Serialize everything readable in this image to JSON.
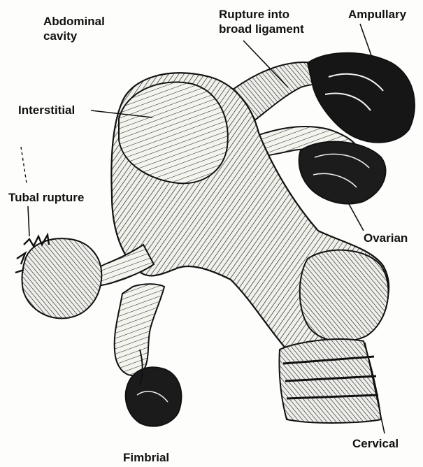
{
  "labels": {
    "abdominal_cavity": "Abdominal cavity",
    "rupture_broad_ligament": "Rupture into broad ligament",
    "ampullary": "Ampullary",
    "interstitial": "Interstitial",
    "tubal_rupture": "Tubal rupture",
    "ovarian": "Ovarian",
    "cervical": "Cervical",
    "fimbrial": "Fimbrial"
  },
  "colors": {
    "ink": "#111111",
    "paper": "#fdfdfb",
    "tissue": "#f1f1ec"
  }
}
